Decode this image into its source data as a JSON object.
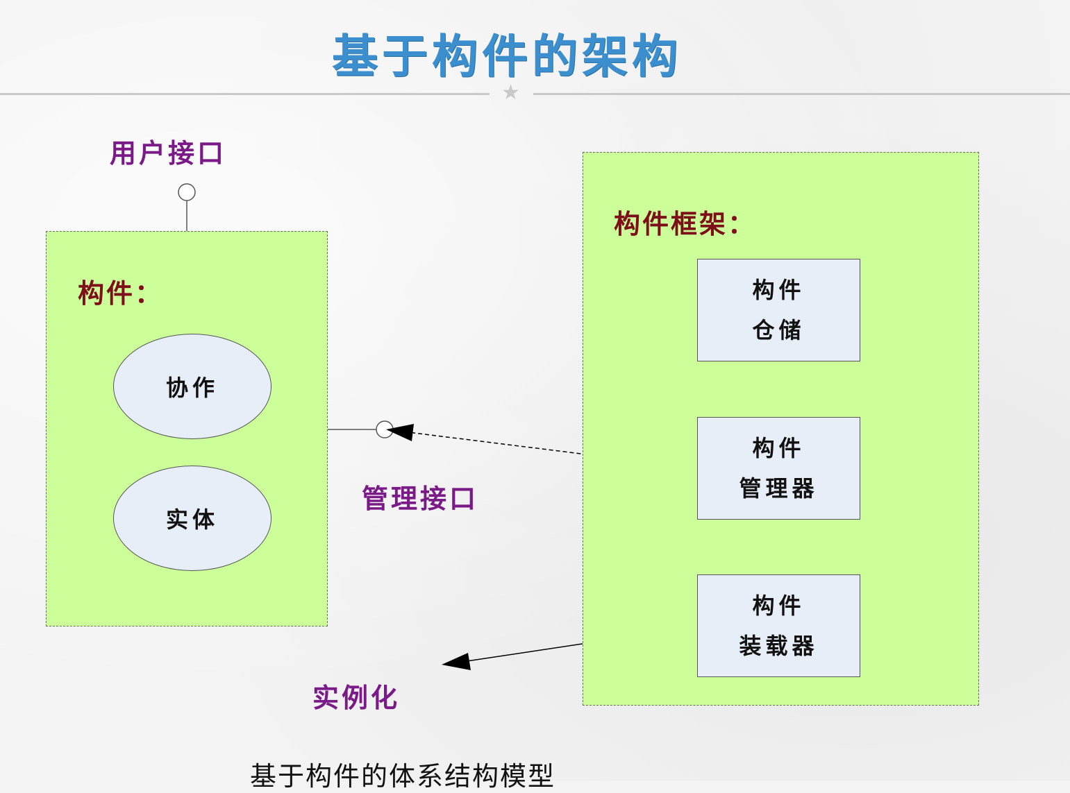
{
  "title": "基于构件的架构",
  "labels": {
    "user_interface": "用户接口",
    "management_interface": "管理接口",
    "instantiation": "实例化"
  },
  "component": {
    "heading": "构件：",
    "parts": [
      "协作",
      "实体"
    ]
  },
  "framework": {
    "heading": "构件框架：",
    "boxes": [
      {
        "line1": "构件",
        "line2": "仓储"
      },
      {
        "line1": "构件",
        "line2": "管理器"
      },
      {
        "line1": "构件",
        "line2": "装载器"
      }
    ]
  },
  "caption": "基于构件的体系结构模型",
  "colors": {
    "title": "#3b8fcf",
    "label_purple": "#7a1a86",
    "label_red": "#7d0f1a",
    "package_fill": "#ccff99",
    "box_fill": "#e8eef8"
  }
}
